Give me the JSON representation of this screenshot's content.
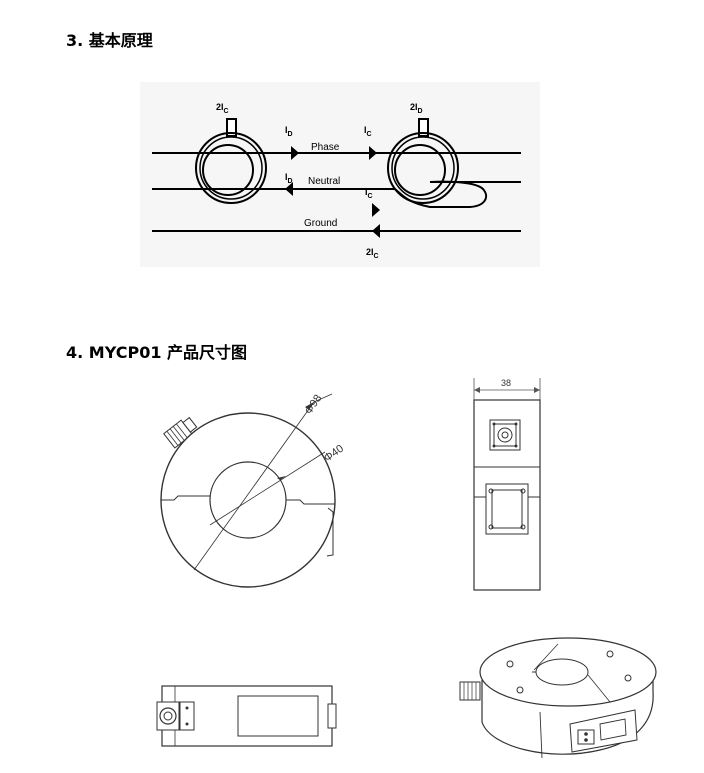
{
  "sections": [
    {
      "number": "3.",
      "title": "基本原理"
    },
    {
      "number": "4.",
      "title": "MYCP01 产品尺寸图"
    }
  ],
  "principle_diagram": {
    "coil_left_label": {
      "main": "2I",
      "sub": "C"
    },
    "coil_right_label": {
      "main": "2I",
      "sub": "D"
    },
    "id_phase": {
      "main": "I",
      "sub": "D"
    },
    "ic_phase": {
      "main": "I",
      "sub": "C"
    },
    "id_neutral": {
      "main": "I",
      "sub": "D"
    },
    "ic_neutral": {
      "main": "I",
      "sub": "C"
    },
    "ground_current": {
      "main": "2I",
      "sub": "C"
    },
    "phase_label": "Phase",
    "neutral_label": "Neutral",
    "ground_label": "Ground"
  },
  "dimensions": {
    "outer_diameter": "Φ98",
    "inner_diameter": "Φ40",
    "thickness": "38"
  }
}
